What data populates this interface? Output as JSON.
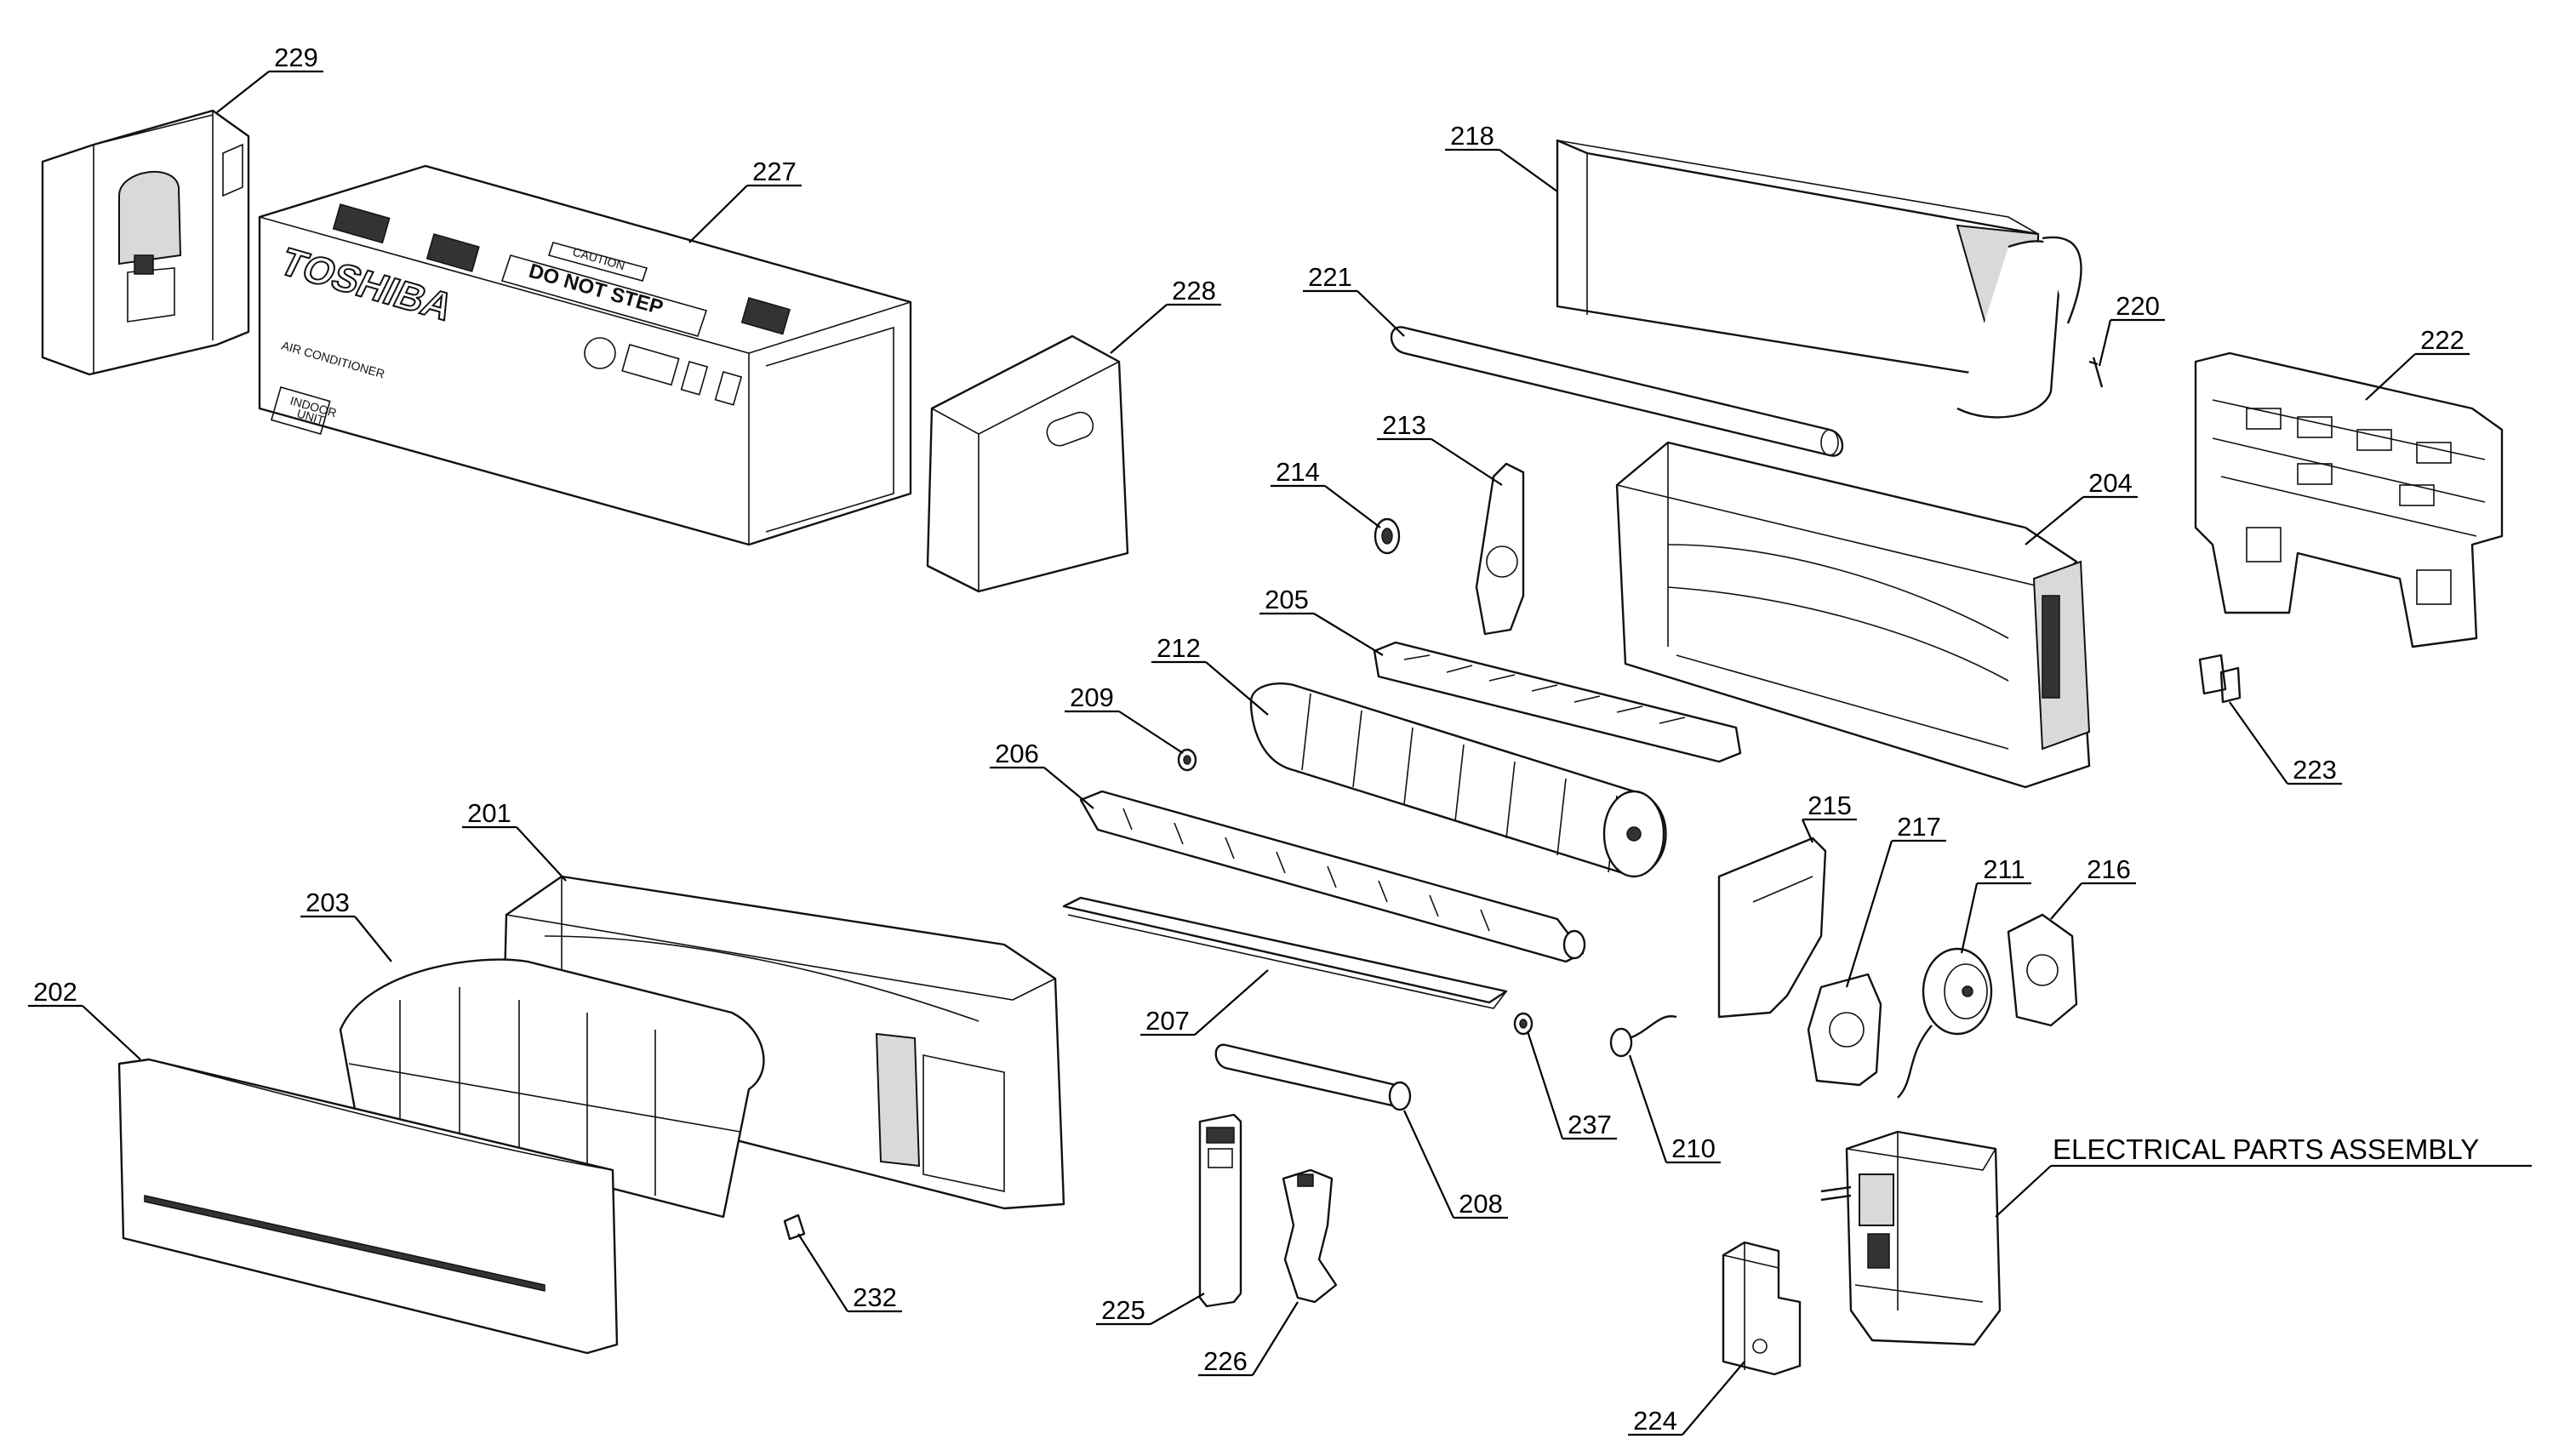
{
  "assembly_label": "ELECTRICAL PARTS ASSEMBLY",
  "carton": {
    "brand": "TOSHIBA",
    "product": "AIR CONDITIONER",
    "unit_line1": "INDOOR",
    "unit_line2": "UNIT",
    "warning": "DO NOT STEP",
    "caution": "CAUTION"
  },
  "parts": [
    {
      "id": "p201",
      "number": "201"
    },
    {
      "id": "p202",
      "number": "202"
    },
    {
      "id": "p203",
      "number": "203"
    },
    {
      "id": "p204",
      "number": "204"
    },
    {
      "id": "p205",
      "number": "205"
    },
    {
      "id": "p206",
      "number": "206"
    },
    {
      "id": "p207",
      "number": "207"
    },
    {
      "id": "p208",
      "number": "208"
    },
    {
      "id": "p209",
      "number": "209"
    },
    {
      "id": "p210",
      "number": "210"
    },
    {
      "id": "p211",
      "number": "211"
    },
    {
      "id": "p212",
      "number": "212"
    },
    {
      "id": "p213",
      "number": "213"
    },
    {
      "id": "p214",
      "number": "214"
    },
    {
      "id": "p215",
      "number": "215"
    },
    {
      "id": "p216",
      "number": "216"
    },
    {
      "id": "p217",
      "number": "217"
    },
    {
      "id": "p218",
      "number": "218"
    },
    {
      "id": "p220",
      "number": "220"
    },
    {
      "id": "p221",
      "number": "221"
    },
    {
      "id": "p222",
      "number": "222"
    },
    {
      "id": "p223",
      "number": "223"
    },
    {
      "id": "p224",
      "number": "224"
    },
    {
      "id": "p225",
      "number": "225"
    },
    {
      "id": "p226",
      "number": "226"
    },
    {
      "id": "p227",
      "number": "227"
    },
    {
      "id": "p228",
      "number": "228"
    },
    {
      "id": "p229",
      "number": "229"
    },
    {
      "id": "p232",
      "number": "232"
    },
    {
      "id": "p237",
      "number": "237"
    }
  ]
}
